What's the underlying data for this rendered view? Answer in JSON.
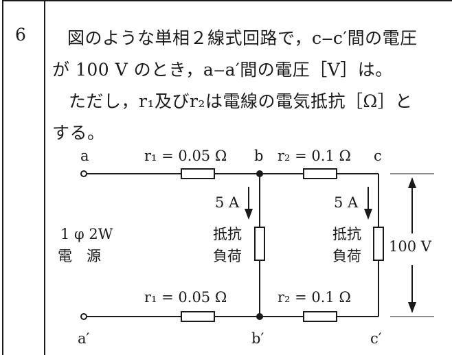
{
  "question": {
    "number": "6",
    "line1": "図のような単相２線式回路で，c‒c′間の電圧",
    "line2": "が 100 V のとき，a‒a′間の電圧［V］は。",
    "line3": "ただし，r₁及びr₂は電線の電気抵抗［Ω］と",
    "line4": "する。"
  },
  "circuit": {
    "node_a": "a",
    "node_a_prime": "a′",
    "node_b": "b",
    "node_b_prime": "b′",
    "node_c": "c",
    "node_c_prime": "c′",
    "r1_top": "r₁ = 0.05 Ω",
    "r2_top": "r₂ = 0.1 Ω",
    "r1_bottom": "r₁ = 0.05 Ω",
    "r2_bottom": "r₂ = 0.1 Ω",
    "current_b": "5 A",
    "current_c": "5 A",
    "load_b_line1": "抵抗",
    "load_b_line2": "負荷",
    "load_c_line1": "抵抗",
    "load_c_line2": "負荷",
    "source_line1": "1 φ 2W",
    "source_line2": "電　源",
    "voltage_cc": "100 V"
  }
}
